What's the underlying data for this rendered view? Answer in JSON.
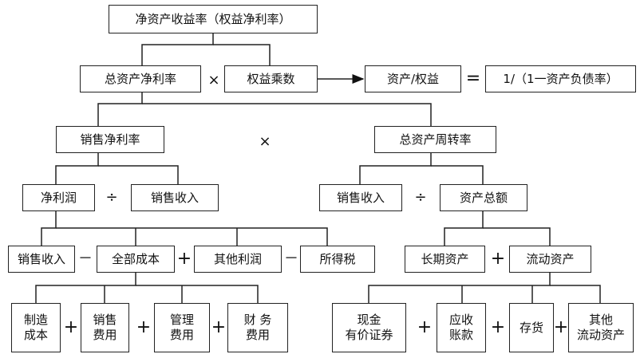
{
  "nodes": {
    "roe": "净资产收益率（权益净利率）",
    "roa": "总资产净利率",
    "equity_multiplier": "权益乘数",
    "assets_over_equity": "资产/权益",
    "one_over": "1/（1一资产负债率）",
    "net_profit_margin": "销售净利率",
    "asset_turnover": "总资产周转率",
    "net_profit": "净利润",
    "sales_revenue_1": "销售收入",
    "sales_revenue_2": "销售收入",
    "total_assets": "资产总额",
    "sales_revenue_3": "销售收入",
    "total_cost": "全部成本",
    "other_profit": "其他利润",
    "income_tax": "所得税",
    "long_term_assets": "长期资产",
    "current_assets": "流动资产",
    "manufacturing_cost": "制造\n成本",
    "selling_expense": "销售\n费用",
    "admin_expense": "管理\n费用",
    "finance_expense": "财 务\n费用",
    "cash_securities": "现金\n有价证券",
    "receivables": "应收\n账款",
    "inventory": "存货",
    "other_current_assets": "其他\n流动资产"
  },
  "operators": {
    "times": "×",
    "times_big": "×",
    "divide": "÷",
    "minus": "－",
    "plus": "+",
    "equals": "="
  }
}
